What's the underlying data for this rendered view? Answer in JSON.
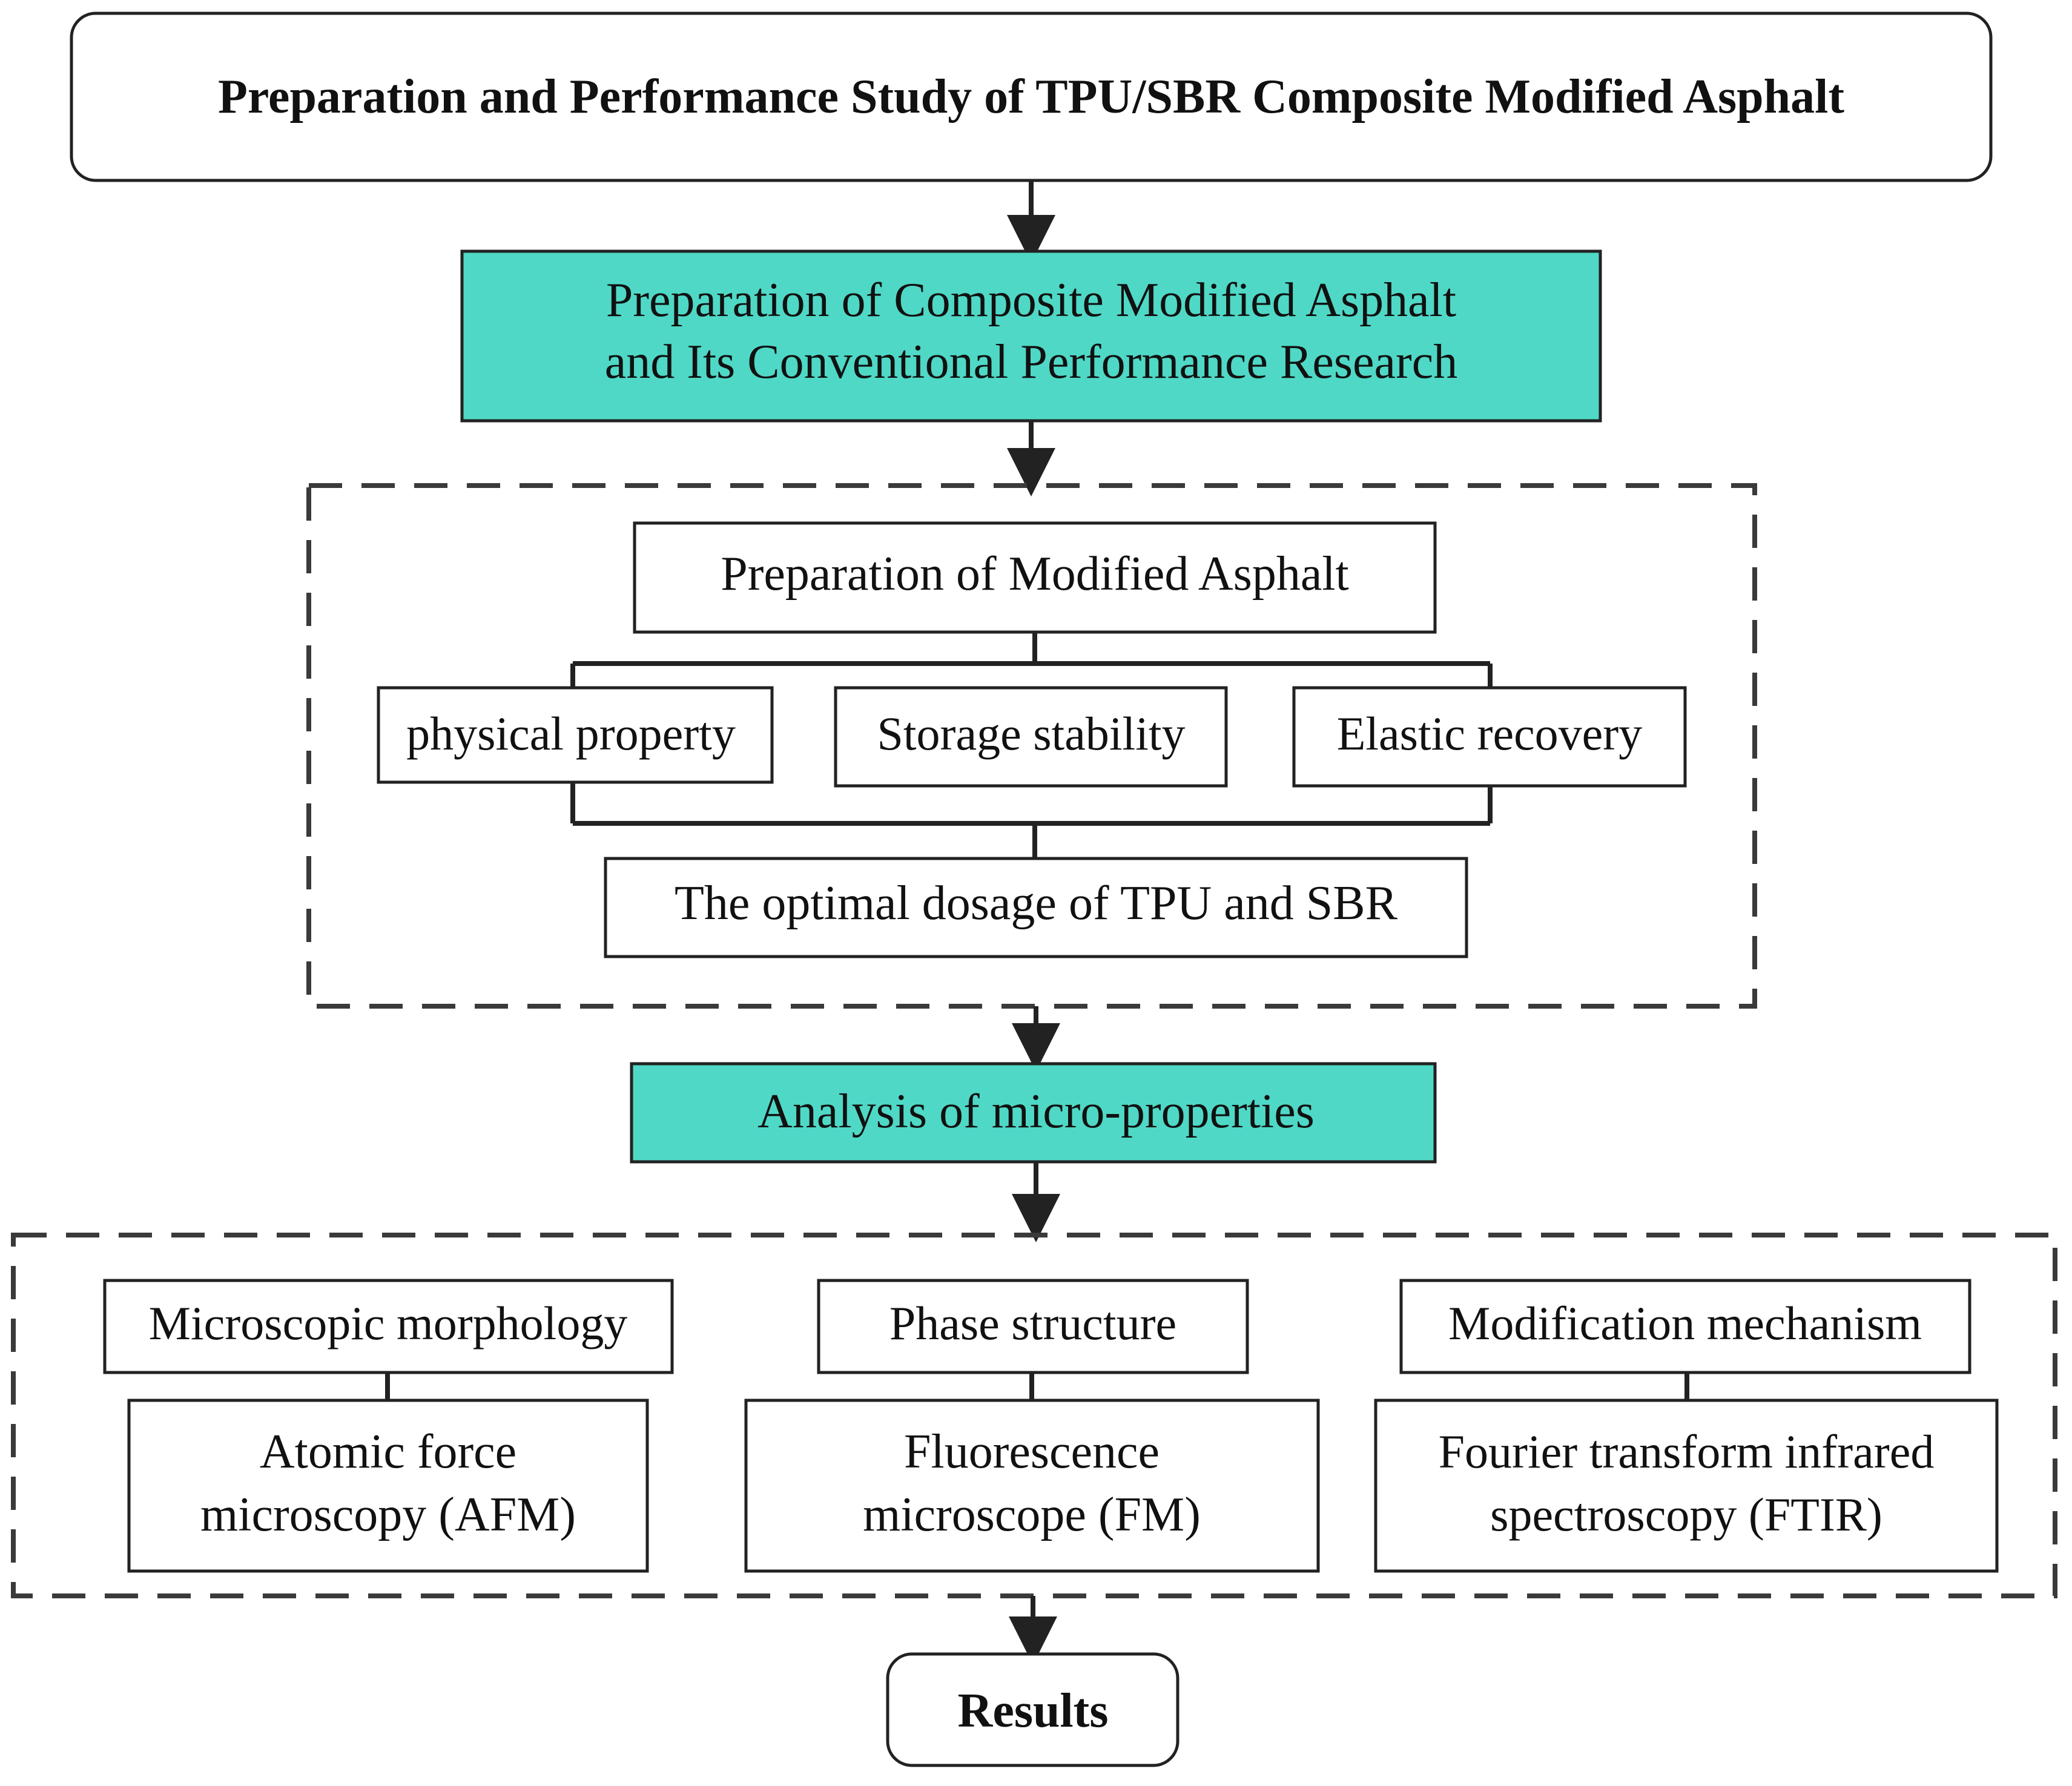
{
  "title": "Preparation and Performance Study of TPU/SBR Composite Modified Asphalt",
  "stage1": {
    "line1": "Preparation of Composite Modified Asphalt",
    "line2": "and Its Conventional Performance Research"
  },
  "group1": {
    "preparation": "Preparation of Modified Asphalt",
    "tests": [
      "physical property",
      "Storage stability",
      "Elastic recovery"
    ],
    "optimal": "The optimal dosage of TPU and SBR"
  },
  "stage2": "Analysis of micro-properties",
  "group2": {
    "columns": [
      {
        "heading": "Microscopic morphology",
        "method_line1": "Atomic force",
        "method_line2": "microscopy (AFM)"
      },
      {
        "heading": "Phase structure",
        "method_line1": "Fluorescence",
        "method_line2": "microscope (FM)"
      },
      {
        "heading": "Modification mechanism",
        "method_line1": "Fourier transform infrared",
        "method_line2": "spectroscopy (FTIR)"
      }
    ]
  },
  "results": "Results",
  "colors": {
    "teal_fill": "#4FD8C6",
    "stroke": "#222222",
    "dashed": "#3a3a3a"
  }
}
